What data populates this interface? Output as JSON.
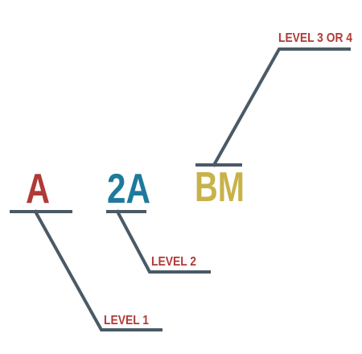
{
  "colors": {
    "line": "#4a5a66",
    "red": "#b03a35",
    "blue": "#1e7a9c",
    "gold": "#c8b24a"
  },
  "labels": {
    "a": {
      "text": "A",
      "color": "#b03a35"
    },
    "two_a": {
      "text": "2A",
      "color": "#1e7a9c"
    },
    "bm": {
      "text": "BM",
      "color": "#c8b24a"
    }
  },
  "levels": {
    "level1": "LEVEL 1",
    "level2": "LEVEL 2",
    "level3": "LEVEL 3 OR 4"
  }
}
